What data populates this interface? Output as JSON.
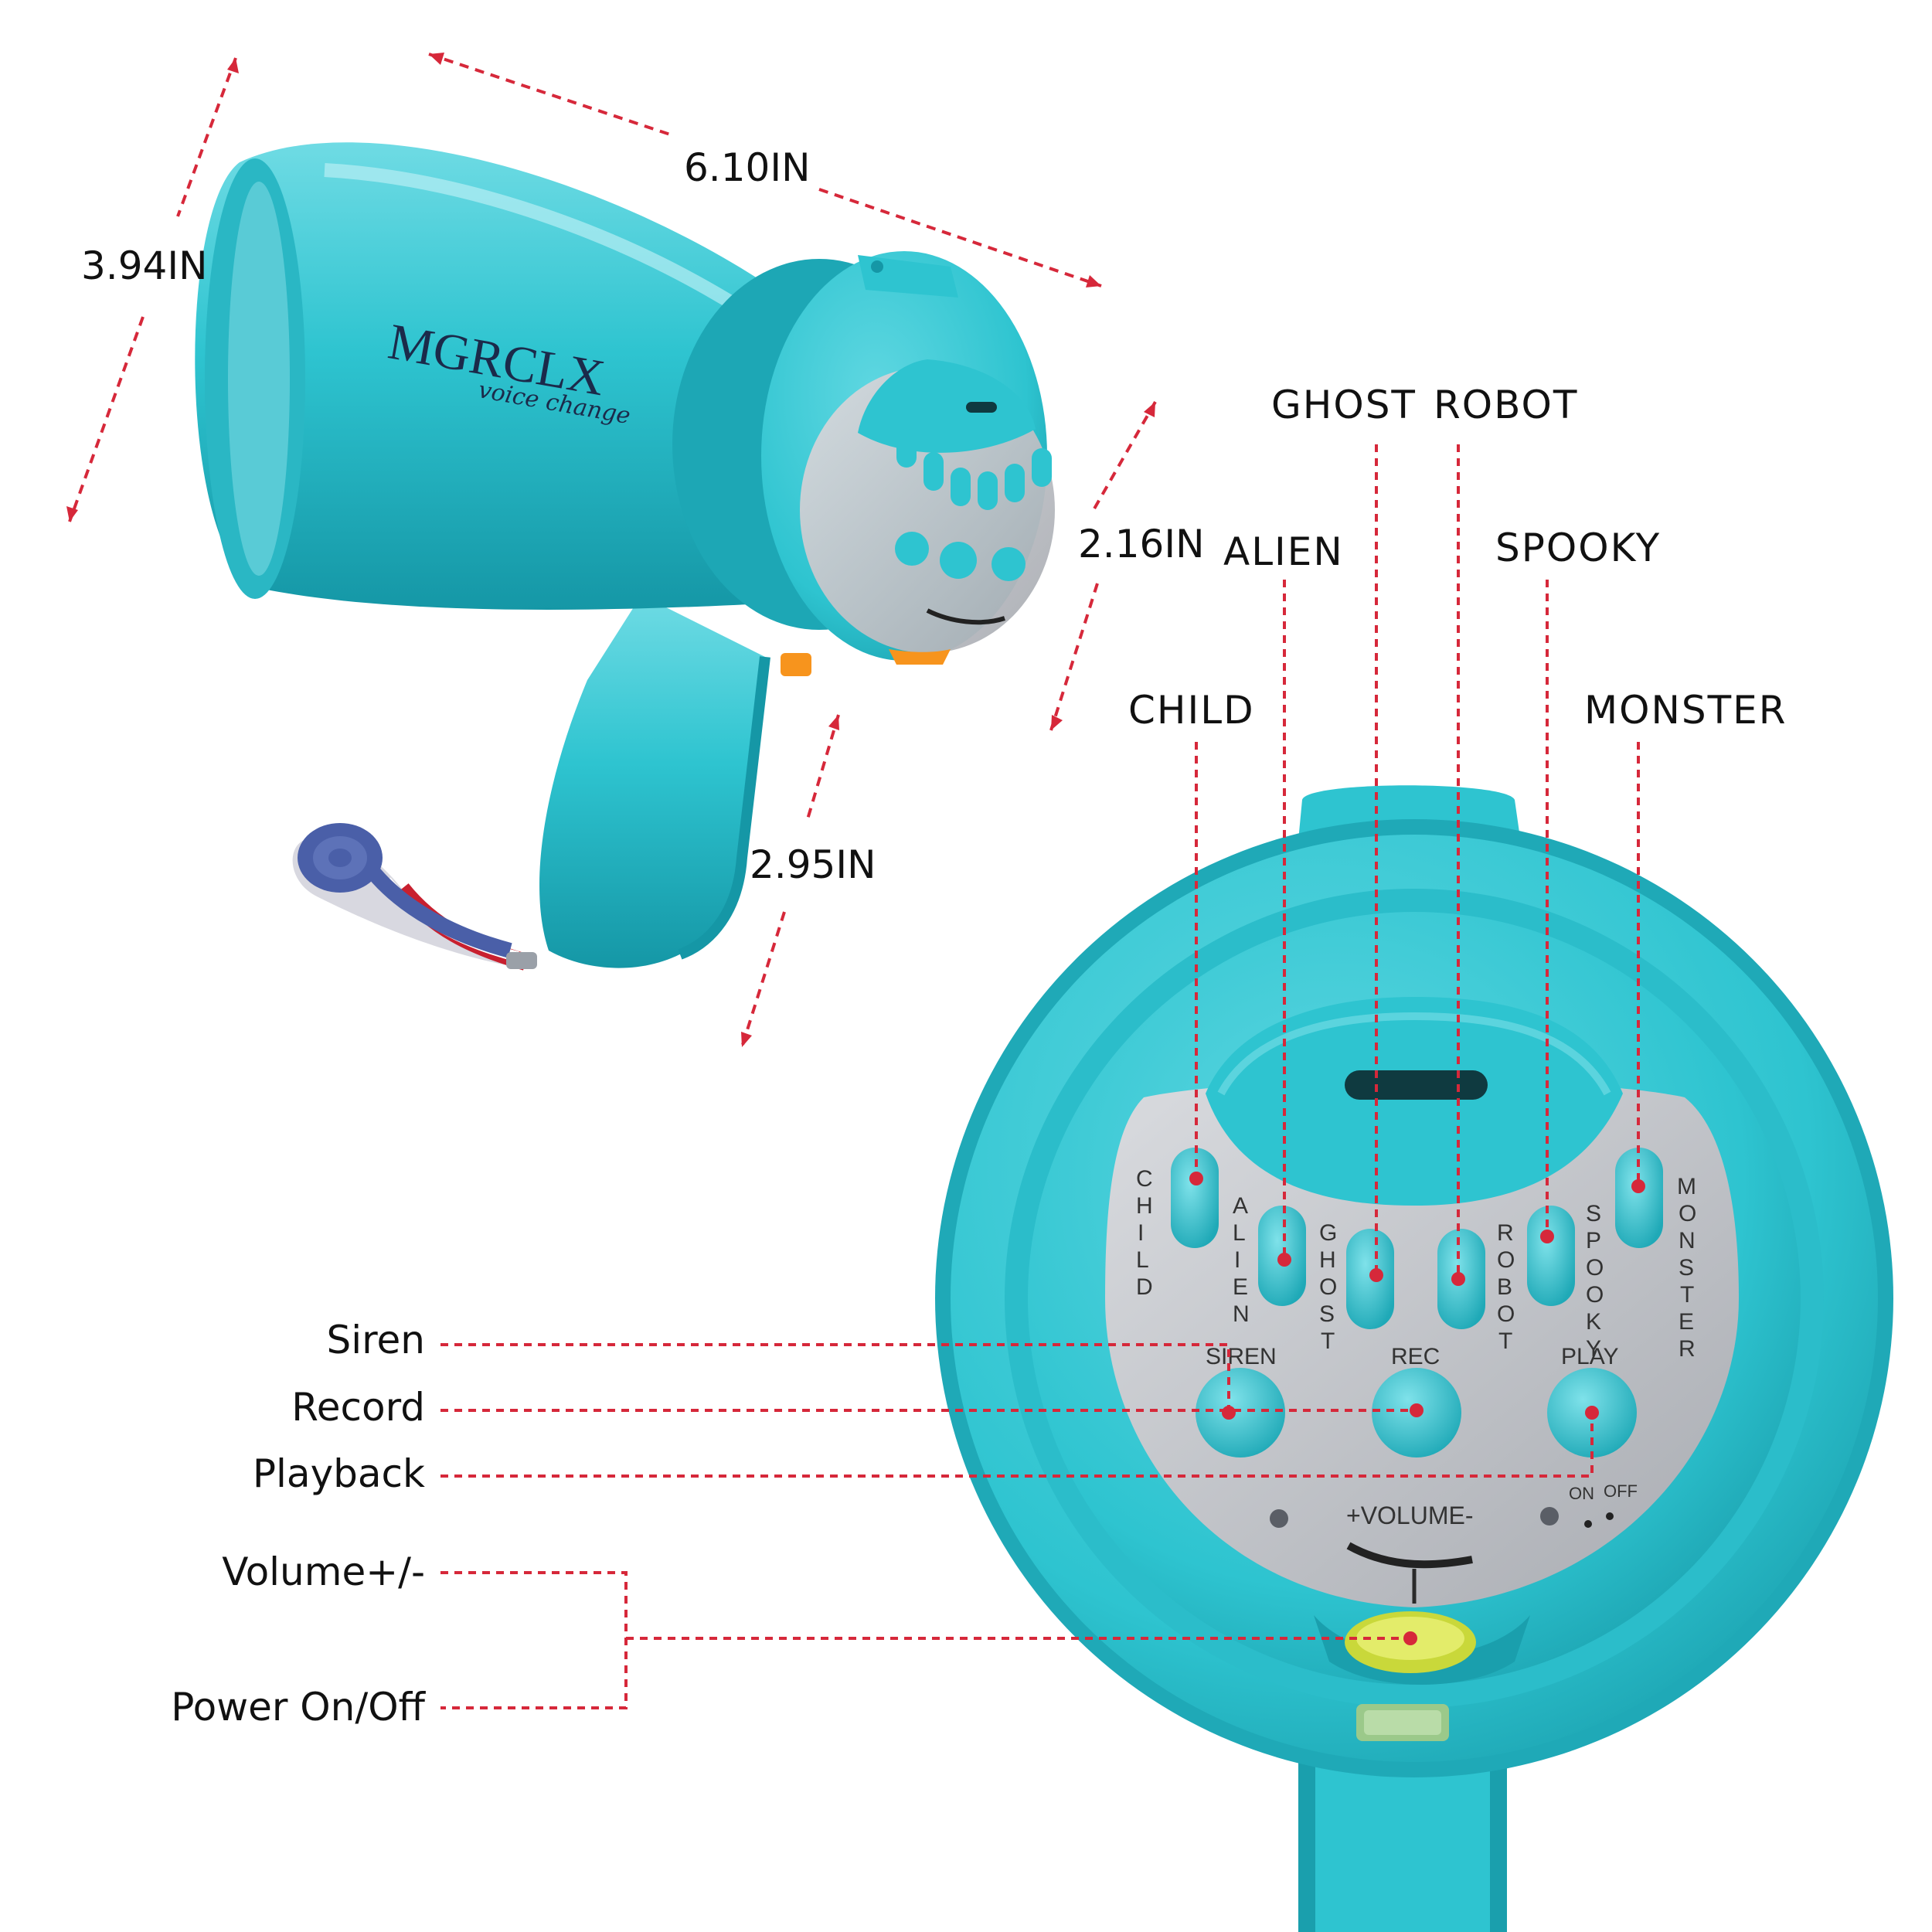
{
  "brand": {
    "name": "MGRCLX",
    "tagline": "voice change"
  },
  "dimensions": {
    "length": "6.10IN",
    "height": "3.94IN",
    "panel_height": "2.16IN",
    "handle": "2.95IN"
  },
  "voice_callouts": {
    "child": "CHILD",
    "alien": "ALIEN",
    "ghost": "GHOST",
    "robot": "ROBOT",
    "spooky": "SPOOKY",
    "monster": "MONSTER"
  },
  "control_callouts": {
    "siren": "Siren",
    "record": "Record",
    "playback": "Playback",
    "volume": "Volume+/-",
    "power": "Power On/Off"
  },
  "panel_labels": {
    "siren": "SIREN",
    "rec": "REC",
    "play": "PLAY",
    "volume": "+VOLUME-",
    "on": "ON",
    "off": "OFF"
  },
  "colors": {
    "body": "#2ec4d0",
    "body_dark": "#1a9fad",
    "panel": "#c8cace",
    "callout_line": "#d6283a",
    "accent_orange": "#f7941d"
  }
}
